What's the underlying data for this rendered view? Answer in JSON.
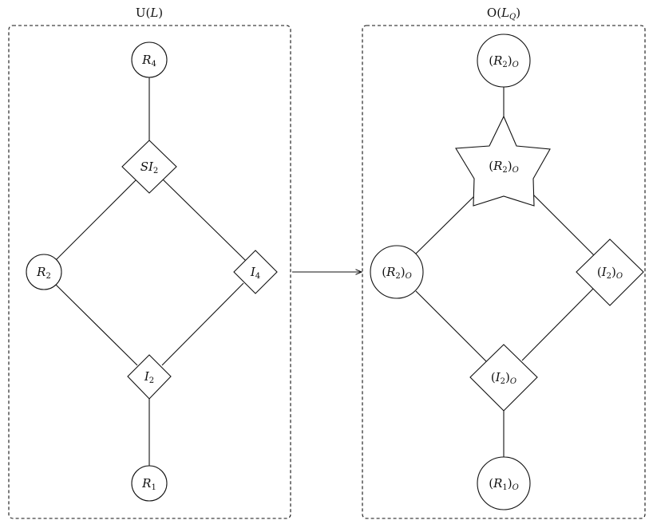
{
  "left_panel": {
    "title": "U(L)",
    "nodes": {
      "r4": "R4",
      "si2": "SI2",
      "r2": "R2",
      "i4": "I4",
      "i2": "I2",
      "r1": "R1"
    }
  },
  "right_panel": {
    "title": "O(L_Q)",
    "nodes": {
      "r2_top": "(R2)O",
      "r2_star": "(R2)O",
      "r2_left": "(R2)O",
      "i2_right": "(I2)O",
      "i2_bottom": "(I2)O",
      "r1": "(R1)O"
    }
  }
}
